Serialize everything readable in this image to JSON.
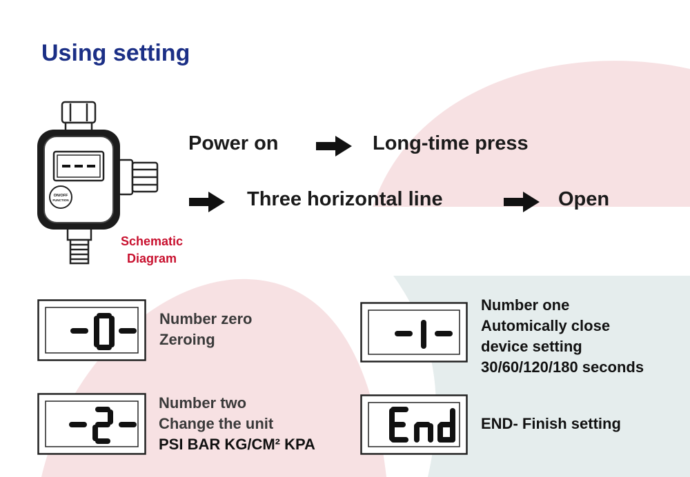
{
  "title": "Using setting",
  "flow": {
    "step1": "Power on",
    "step2": "Long-time press",
    "step3": "Three horizontal line",
    "step4": "Open"
  },
  "device": {
    "caption_line1": "Schematic",
    "caption_line2": "Diagram",
    "button_line1": "ON/OFF",
    "button_line2": "FUNCTION",
    "display_text": "- - -"
  },
  "items": [
    {
      "display": "-0-",
      "lines": [
        "Number zero",
        "Zeroing"
      ]
    },
    {
      "display": "-1-",
      "lines": [
        "Number one",
        "Automically close",
        "device setting",
        "30/60/120/180 seconds"
      ]
    },
    {
      "display": "-2-",
      "lines": [
        "Number two",
        "Change the unit",
        "PSI BAR KG/CM² KPA"
      ]
    },
    {
      "display": "End",
      "lines": [
        "END- Finish setting"
      ]
    }
  ],
  "colors": {
    "title": "#1b2f86",
    "caption": "#c8102e",
    "pink": "#f6dcdf",
    "teal": "#e3ecec"
  }
}
